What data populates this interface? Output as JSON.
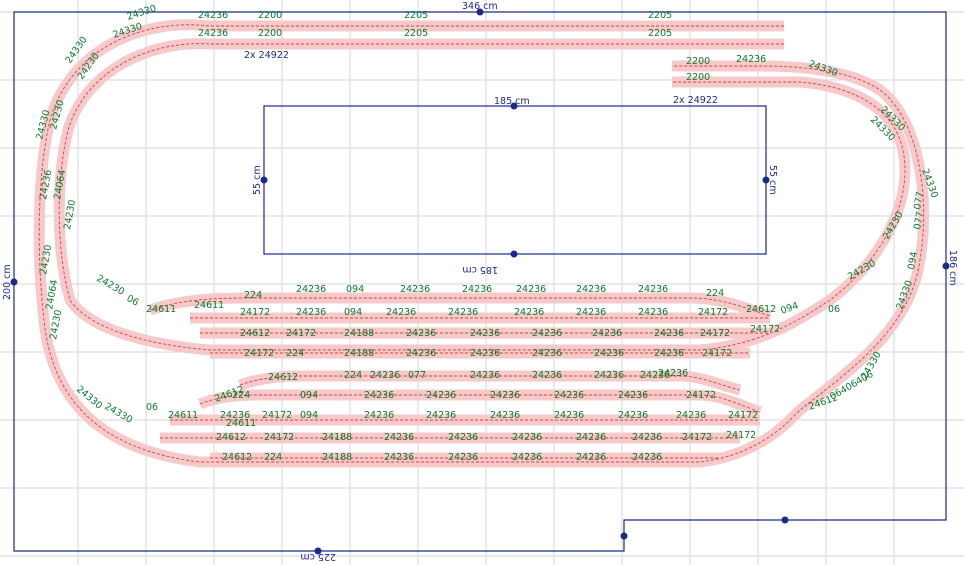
{
  "colors": {
    "track_fill": "#f6caca",
    "rail": "#e23b3b",
    "label": "#0a7a2e",
    "board": "#1a2a8a",
    "grid": "#d6d6d6"
  },
  "dimensions": {
    "top_width": "346 cm",
    "bottom_width": "225 cm",
    "left_height": "200 cm",
    "right_height": "186 cm",
    "inner_top": "185 cm",
    "inner_bottom": "185 cm",
    "inner_left": "55 cm",
    "inner_right": "55 cm"
  },
  "notes": {
    "top_left": "2x 24922",
    "right_top": "2x 24922"
  },
  "labels": [
    "24330",
    "24236",
    "2200",
    "2205",
    "2205",
    "24330",
    "24236",
    "2200",
    "2205",
    "2205",
    "24330",
    "24230",
    "24330",
    "24230",
    "24064",
    "24236",
    "24230",
    "24230",
    "24064",
    "24230",
    "24230",
    "24330",
    "06",
    "24611",
    "24611",
    "24330",
    "06",
    "24611",
    "24611",
    "2200",
    "24236",
    "24330",
    "2200",
    "24330",
    "24330",
    "24330",
    "24230",
    "24230",
    "24330",
    "24330",
    "094",
    "077",
    "077",
    "094",
    "24612",
    "06",
    "24612",
    "06406406",
    "224",
    "24236",
    "094",
    "24236",
    "24236",
    "24236",
    "24236",
    "24236",
    "224",
    "24172",
    "24236",
    "094",
    "24236",
    "24236",
    "24236",
    "24236",
    "24236",
    "24172",
    "24172",
    "24612",
    "24172",
    "24188",
    "24236",
    "24236",
    "24236",
    "24236",
    "24236",
    "24172",
    "24172",
    "224",
    "24188",
    "24236",
    "24236",
    "24236",
    "24236",
    "24236",
    "24172",
    "24612",
    "24612",
    "224",
    "24236",
    "077",
    "24236",
    "24236",
    "24236",
    "24236",
    "24236",
    "224",
    "094",
    "24236",
    "24236",
    "24236",
    "24236",
    "24236",
    "24236",
    "24172",
    "094",
    "24236",
    "24236",
    "24236",
    "24236",
    "24236",
    "24236",
    "24172",
    "24612",
    "24172",
    "24188",
    "24236",
    "24236",
    "24236",
    "24236",
    "24236",
    "24172",
    "24172",
    "24612",
    "224",
    "24188",
    "24236",
    "24236",
    "24236",
    "24236",
    "24236",
    "24172",
    "224"
  ]
}
